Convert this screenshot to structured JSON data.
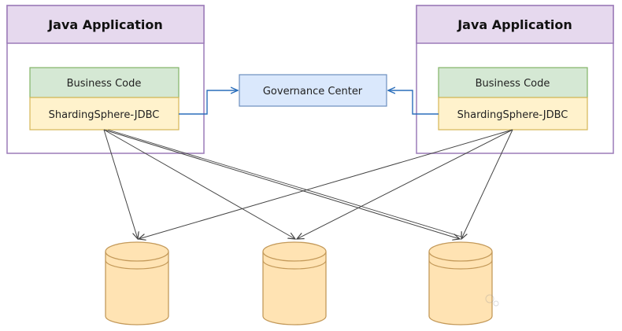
{
  "apps": [
    {
      "title": "Java Application",
      "business_code": "Business Code",
      "jdbc": "ShardingSphere-JDBC"
    },
    {
      "title": "Java Application",
      "business_code": "Business Code",
      "jdbc": "ShardingSphere-JDBC"
    }
  ],
  "governance": {
    "label": "Governance Center"
  },
  "databases": [
    {},
    {},
    {}
  ],
  "colors": {
    "app_border": "#9b7bb8",
    "app_header_fill": "#e6d9ee",
    "business_fill": "#d5e8d4",
    "business_border": "#82b366",
    "jdbc_fill": "#fff2cc",
    "jdbc_border": "#d6b656",
    "governance_fill": "#dae8fc",
    "governance_border": "#6c8ebf",
    "governance_arrow": "#2a6ebb",
    "db_fill": "#ffe3b3",
    "db_border": "#c49a5a",
    "arrow": "#444444"
  }
}
